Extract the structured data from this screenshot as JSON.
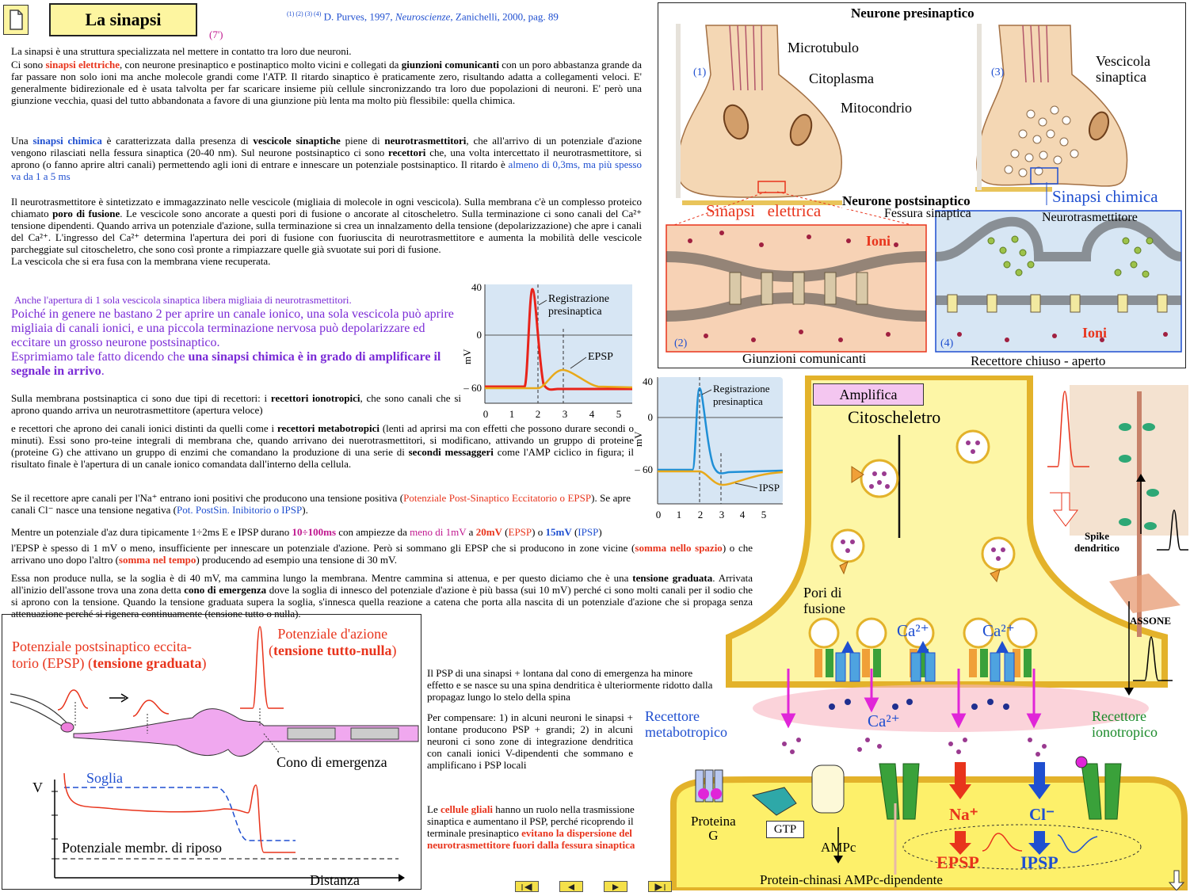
{
  "header": {
    "title": "La sinapsi",
    "ref_numbers": "(1) (2) (3) (4)",
    "citation_author": "D. Purves, 1997,",
    "citation_book": "Neuroscienze",
    "citation_pub": ", Zanichelli,  2000, pag. 89",
    "duration": "(7')"
  },
  "text": {
    "p1": "La sinapsi è una struttura specializzata nel mettere in contatto tra loro due neuroni.",
    "p2a": "Ci sono ",
    "p2_elettriche": "sinapsi elettriche",
    "p2b": ", con neurone presinaptico e postinaptico molto vicini e collegati da ",
    "p2_giunzioni": "giunzioni comunicanti",
    "p2c": " con un poro abbastanza grande da far passare non solo ioni ma anche molecole grandi come l'ATP.  Il ritardo sinaptico è praticamente zero, risultando adatta a collegamenti veloci.  E' generalmente bidirezionale  ed è usata talvolta per far scaricare insieme più cellule sincronizzando tra loro due popolazioni di neuroni. E' però una giunzione vecchia, quasi del tutto abbandonata a favore di una giunzione più lenta ma molto più flessibile: quella chimica.",
    "p3a": "Una ",
    "p3_chimica": "sinapsi chimica",
    "p3b": " è caratterizzata dalla presenza di ",
    "p3_vescicole": "vescicole sinaptiche",
    "p3c": " piene di ",
    "p3_neuro": "neurotrasmettitori",
    "p3d": ", che all'arrivo di un potenziale d'azione vengono rilasciati nella fessura sinaptica (20-40 nm).   Sul neurone postsinaptico ci sono ",
    "p3_recettori": "recettori",
    "p3e": " che, una volta intercettato il neurotrasmettitore, si aprono (o fanno aprire altri canali) permettendo agli ioni di entrare e innescare un potenziale postsinaptico.   Il ritardo è ",
    "p3_ritardo": "almeno di 0,3ms, ma più spesso va da 1 a 5 ms",
    "p4a": "Il neurotrasmettitore è sintetizzato e immagazzinato nelle vescicole (migliaia di molecole in ogni vescicola).       Sulla membrana c'è un complesso proteico chiamato ",
    "p4_poro": "poro di fusione",
    "p4b": ".  Le vescicole sono ancorate a questi pori di fusione  o ancorate al citoscheletro.  Sulla terminazione ci sono canali del Ca²⁺ tensione dipendenti.  Quando arriva un potenziale d'azione, sulla terminazione si crea un innalzamento della tensione (depolarizzazione) che apre i canali del Ca²⁺.  L'ingresso del Ca²⁺ determina l'apertura dei pori di fusione con fuoriuscita di neurotrasmettitore  e aumenta la mobilità delle vescicole parcheggiate sul citoscheletro, che sono così pronte a rimpiazzare quelle già svuotate sui pori di fusione.",
    "p4c": "La vescicola che si era fusa con la membrana viene recuperata.",
    "p5": "Anche l'apertura di 1 sola vescicola sinaptica libera migliaia di neurotrasmettitori.",
    "p6": "Poiché in genere ne bastano 2 per aprire un canale ionico, una sola vescicola può aprire migliaia di canali ionici, e una piccola terminazione nervosa può depolarizzare ed eccitare un grosso neurone postsinaptico.",
    "p7a": "Esprimiamo tale fatto dicendo che ",
    "p7b": "una sinapsi chimica è in grado di amplificare il segnale in arrivo",
    "p7c": ".",
    "p8a": "Sulla membrana postsinaptica ci sono due tipi di recettori: i  ",
    "p8_iono": "recettori  ionotropici",
    "p8b": ", che sono canali che si aprono quando arriva un neurotrasmettitore   (apertura veloce)",
    "p8c": "e recettori che aprono dei canali ionici distinti da quelli come i ",
    "p8_meta": "recettori metabotropici",
    "p8d": " (lenti ad aprirsi ma con effetti che possono durare secondi o minuti).   Essi sono pro-teine integrali di membrana che, quando arrivano dei nuerotrasmettitori, si modificano,  attivando un gruppo di proteine (proteine G)  che attivano un gruppo di enzimi che comandano la produzione di una serie di ",
    "p8_sec": "secondi messaggeri",
    "p8e": " come l'AMP ciclico in figura; il risultato finale è l'apertura di un canale ionico comandata dall'interno della cellula.",
    "p9a": "Se il recettore apre canali per l'Na⁺ entrano ioni positivi   che   producono   una   tensione  positiva  (",
    "p9_epsp": "Potenziale Post-Sinaptico Eccitatorio o EPSP",
    "p9b": ").  Se apre canali Cl⁻ nasce una tensione negativa (",
    "p9_ipsp": "Pot. PostSin. Inibitorio o IPSP",
    "p9c": ").",
    "p10a": "Mentre un potenziale d'az dura tipicamente 1÷2ms E e IPSP durano ",
    "p10_dur": "10÷100ms",
    "p10b": " con ampiezze da ",
    "p10_meno": "meno di 1mV",
    "p10c": " a ",
    "p10_20": "20mV",
    "p10d": " (",
    "p10_epsp": "EPSP",
    "p10e": ") o ",
    "p10_15": "15mV",
    "p10f": " (",
    "p10_ipsp": "IPSP",
    "p10g": ")",
    "p11a": "l'EPSP è spesso di 1 mV o meno, insufficiente per innescare un potenziale d'azione.  Però si sommano gli EPSP che si producono in zone vicine (",
    "p11_spazio": "somma nello spazio",
    "p11b": ") o che arrivano uno dopo l'altro (",
    "p11_tempo": "somma nel tempo",
    "p11c": ") producendo ad esempio una tensione di 30 mV.",
    "p12a": "Essa non produce nulla, se la soglia è di 40 mV, ma cammina lungo la membrana.  Mentre cammina si attenua, e per questo diciamo che è una ",
    "p12_grad": "tensione graduata",
    "p12b": ".  Arrivata all'inizio dell'assone trova una zona detta ",
    "p12_cono": "cono di emergenza",
    "p12c": " dove la soglia di innesco del potenziale d'azione è più bassa (sui 10 mV) perché ci sono molti canali per il sodio che si aprono con la tensione.  Quando la tensione  graduata supera la soglia, s'innesca quella reazione a catena che porta alla nascita di un potenziale d'azione   che si propaga senza attenuazione perché si rigenera continuamente (tensione tutto o nulla).",
    "p13": "Il PSP di una sinapsi + lontana dal cono di emergenza ha minore effetto e se nasce su una spina dendritica è ulteriormente ridotto dalla propagaz lungo lo stelo della spina",
    "p14": "Per compensare: 1) in alcuni neuroni le sinapsi + lontane producono PSP + grandi; 2) in alcuni neuroni ci sono zone di integrazione dendritica con canali ionici V-dipendenti che sommano e amplificano i PSP locali",
    "p15a": "Le ",
    "p15_glia": "cellule gliali",
    "p15b": " hanno un ruolo nella trasmissione sinaptica e aumentano il PSP, perché ricoprendo il terminale presinaptico ",
    "p15_evitano": "evitano la dispersione del neurotrasmettitore fuori dalla fessura sinaptica"
  },
  "synapse_fig": {
    "title_pre": "Neurone presinaptico",
    "label1": "(1)",
    "label3": "(3)",
    "microtubulo": "Microtubulo",
    "citoplasma": "Citoplasma",
    "mitocondrio": "Mitocondrio",
    "vescicola": "Vescicola",
    "sinaptica": "sinaptica",
    "title_post": "Neurone postsinaptico",
    "sinapsi": "Sinapsi",
    "elettrica": "elettrica",
    "fessura": "Fessura sinaptica",
    "sinapsi_chimica": "Sinapsi chimica",
    "neuro": "Neurotrasmettitore",
    "ioni": "Ioni",
    "ioni2": "Ioni",
    "label2": "(2)",
    "label4": "(4)",
    "giunzioni": "Giunzioni comunicanti",
    "recettore": "Recettore chiuso - aperto"
  },
  "epsp_chart": {
    "y_label": "mV",
    "y_ticks": [
      "40",
      "0",
      "– 60"
    ],
    "x_ticks": [
      "0",
      "1",
      "2",
      "3",
      "4",
      "5"
    ],
    "reg_label1": "Registrazione",
    "reg_label2": "presinaptica",
    "psp_label": "EPSP"
  },
  "ipsp_chart": {
    "y_label": "mV",
    "y_ticks": [
      "40",
      "0",
      "– 60"
    ],
    "x_ticks": [
      "0",
      "1",
      "2",
      "3",
      "4",
      "5"
    ],
    "reg_label1": "Registrazione",
    "reg_label2": "presinaptica",
    "psp_label": "IPSP"
  },
  "neuron_fig": {
    "epsp_title1": "Potenziale postsinaptico eccita-",
    "epsp_title2": "torio (EPSP) (",
    "epsp_title_bold": "tensione graduata",
    "epsp_title3": ")",
    "ap_title1": "Potenziale d'azione",
    "ap_title2a": "(",
    "ap_title_bold": "tensione tutto-nulla",
    "ap_title2b": ")",
    "cono": "Cono di emergenza",
    "soglia": "Soglia",
    "v_axis": "V",
    "riposo": "Potenziale membr. di riposo",
    "distanza": "Distanza"
  },
  "big_fig": {
    "amplifica": "Amplifica",
    "citoscheletro": "Citoscheletro",
    "pori": "Pori di",
    "fusione": "fusione",
    "ca1": "Ca²⁺",
    "ca2": "Ca²⁺",
    "ca3": "Ca²⁺",
    "rec_meta1": "Recettore",
    "rec_meta2": "metabotropico",
    "rec_iono1": "Recettore",
    "rec_iono2": "ionotropico",
    "proteina": "Proteina",
    "g": "G",
    "gtp": "GTP",
    "ampc": "AMPc",
    "na": "Na⁺",
    "cl": "Cl⁻",
    "epsp": "EPSP",
    "ipsp": "IPSP",
    "pka": "Protein-chinasi AMPc-dipendente",
    "spike1": "Spike",
    "spike2": "dendritico",
    "assone": "ASSONE"
  },
  "nav": {
    "first": "first-icon",
    "prev": "prev-icon",
    "next": "next-icon",
    "last": "last-icon"
  },
  "colors": {
    "red": "#e8341c",
    "blue": "#1f4fd0",
    "purple": "#7a2bd6",
    "yellow": "#fdf5a0",
    "title_bg": "#fdf5a0"
  }
}
